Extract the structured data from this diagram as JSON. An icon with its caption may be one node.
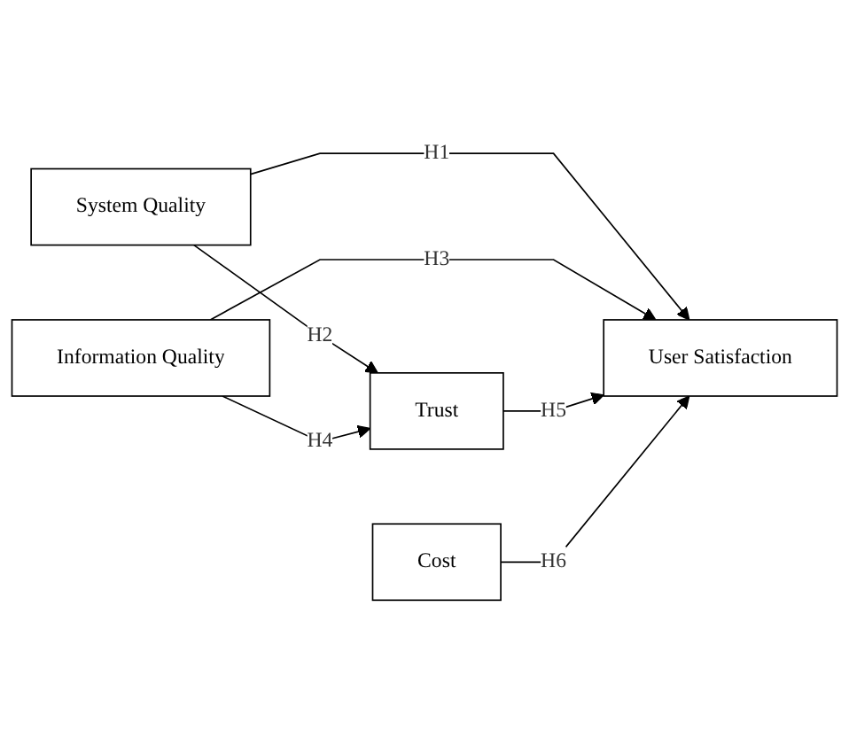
{
  "diagram": {
    "nodes": [
      {
        "text": [
          "System Quality"
        ]
      },
      {
        "text": [
          "Information Quality"
        ]
      },
      {
        "text": [
          "Cost"
        ]
      },
      {
        "text": [
          "Trust"
        ]
      },
      {
        "text": [
          "User Satisfaction"
        ]
      }
    ],
    "edges": [
      {
        "from": 0,
        "to": 3,
        "arrow": "to",
        "label": "H2"
      },
      {
        "from": 0,
        "to": 4,
        "arrow": "to",
        "label": "H1"
      },
      {
        "from": 1,
        "to": 3,
        "arrow": "to",
        "label": "H4"
      },
      {
        "from": 1,
        "to": 4,
        "arrow": "to",
        "label": "H3"
      },
      {
        "from": 3,
        "to": 4,
        "arrow": "to",
        "label": "H5"
      },
      {
        "from": 2,
        "to": 4,
        "arrow": "to",
        "label": "H6"
      }
    ]
  }
}
